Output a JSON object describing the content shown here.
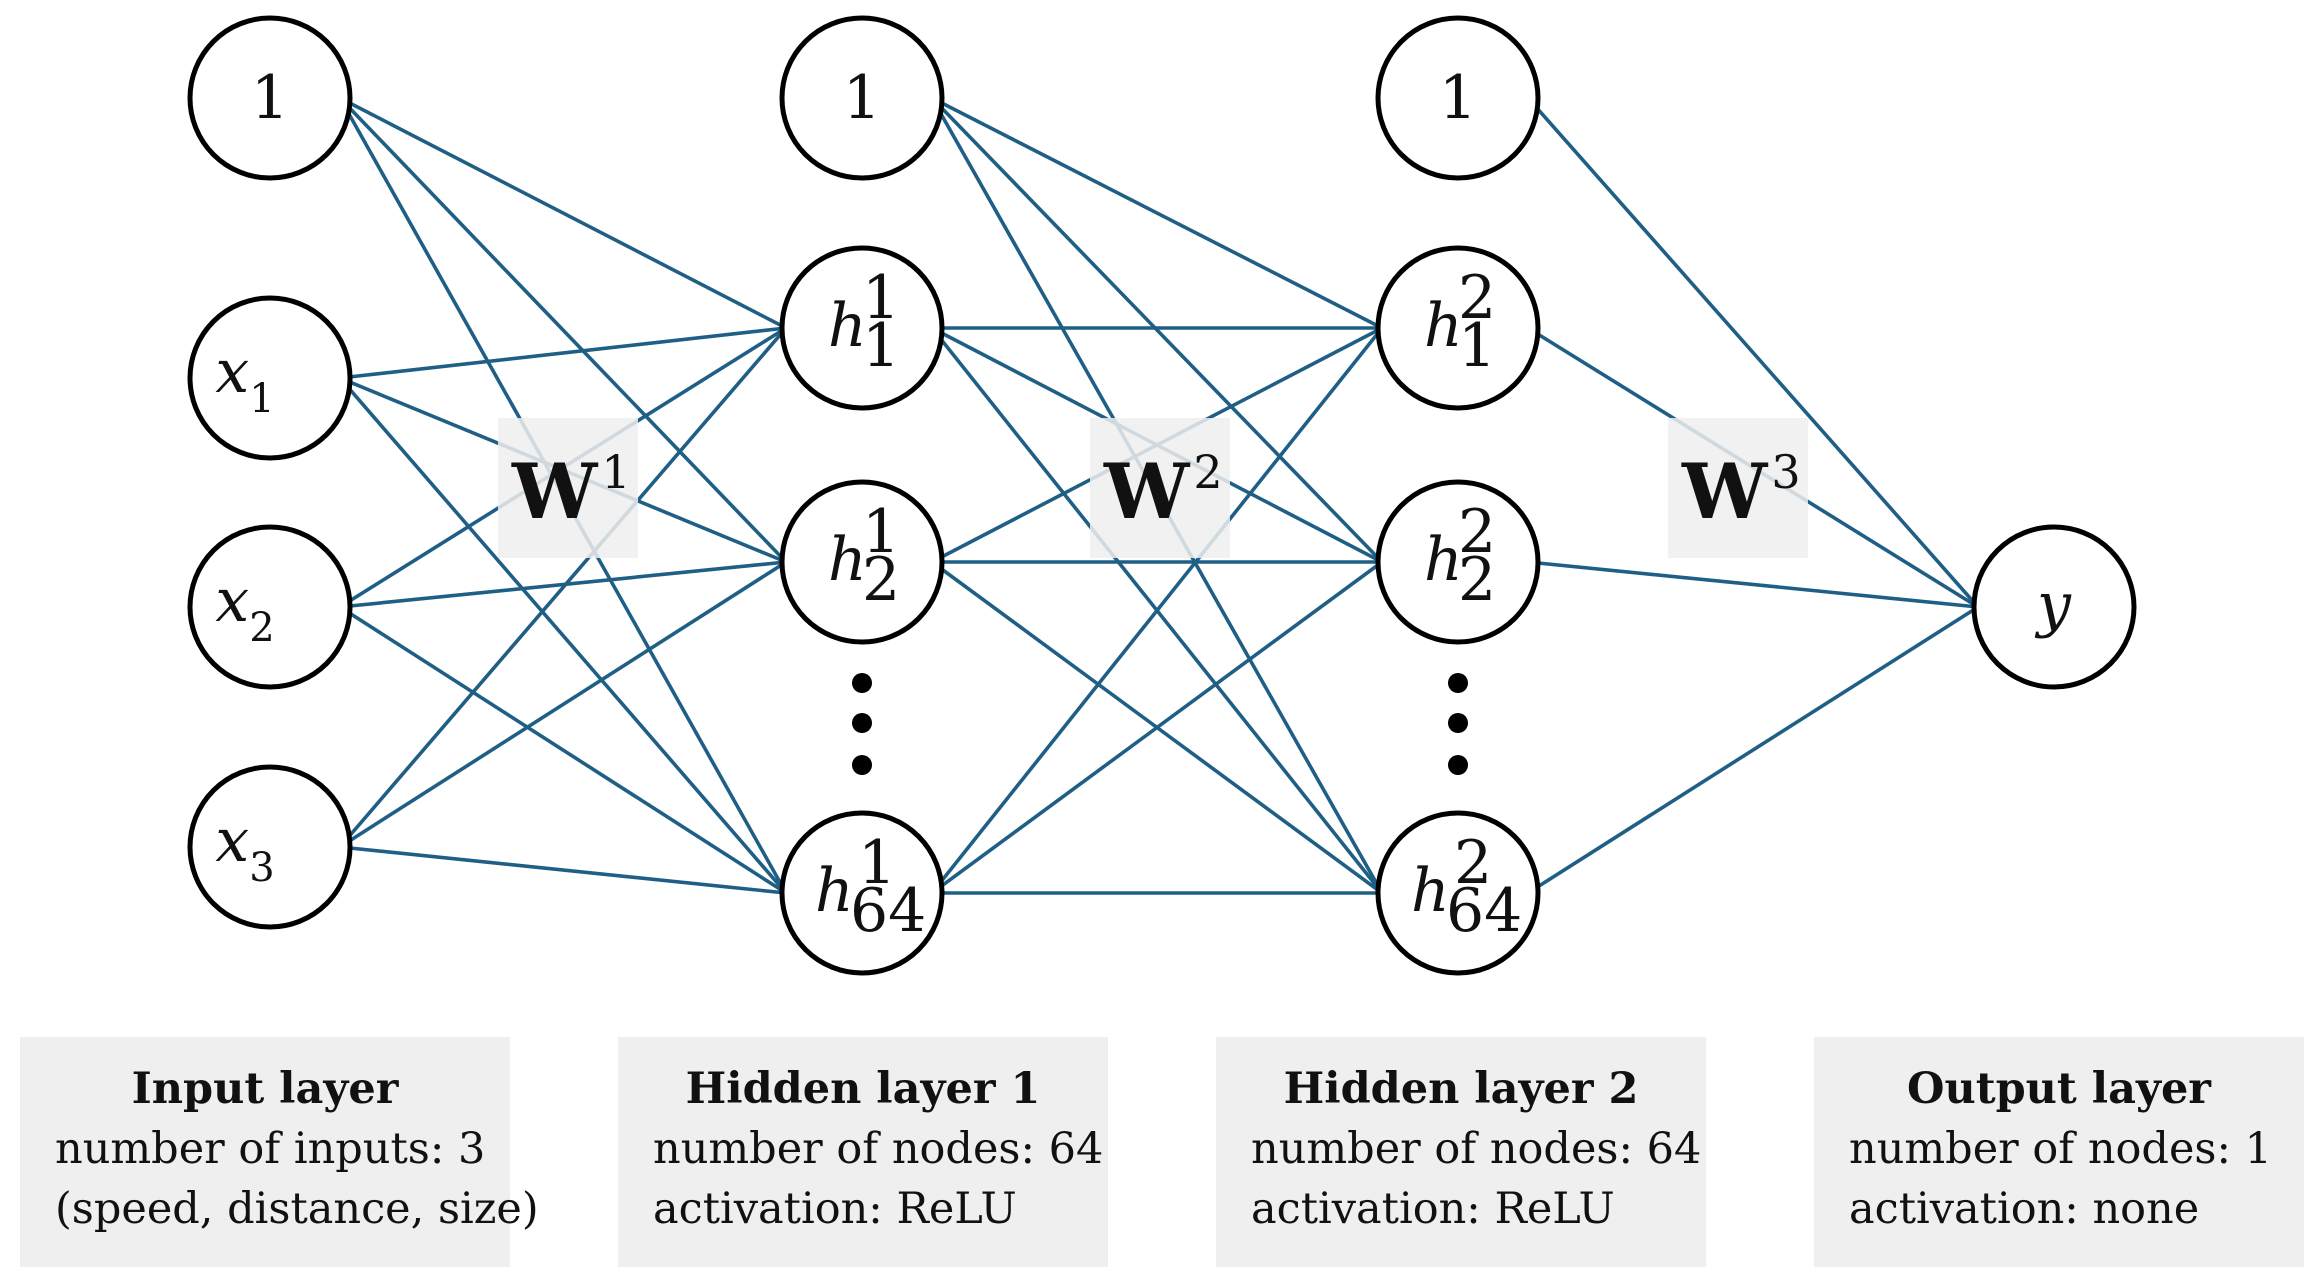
{
  "nodes": {
    "input": {
      "bias": "1",
      "x1": {
        "base": "x",
        "sub": "1"
      },
      "x2": {
        "base": "x",
        "sub": "2"
      },
      "x3": {
        "base": "x",
        "sub": "3"
      }
    },
    "hidden1": {
      "bias": "1",
      "h1": {
        "base": "h",
        "sup": "1",
        "sub": "1"
      },
      "h2": {
        "base": "h",
        "sup": "1",
        "sub": "2"
      },
      "h64": {
        "base": "h",
        "sup": "1",
        "sub": "64"
      }
    },
    "hidden2": {
      "bias": "1",
      "h1": {
        "base": "h",
        "sup": "2",
        "sub": "1"
      },
      "h2": {
        "base": "h",
        "sup": "2",
        "sub": "2"
      },
      "h64": {
        "base": "h",
        "sup": "2",
        "sub": "64"
      }
    },
    "output": {
      "y": "y"
    }
  },
  "weights": {
    "w1": {
      "base": "W",
      "sup": "1"
    },
    "w2": {
      "base": "W",
      "sup": "2"
    },
    "w3": {
      "base": "W",
      "sup": "3"
    }
  },
  "colors": {
    "edge": "#1f5f85",
    "node_stroke": "#000000",
    "box_background": "#efefef"
  },
  "boxes": {
    "input": {
      "title": "Input layer",
      "line1": "number of inputs: 3",
      "line2": "(speed, distance, size)"
    },
    "hidden1": {
      "title": "Hidden layer 1",
      "line1": "number of nodes: 64",
      "line2": "activation: ReLU"
    },
    "hidden2": {
      "title": "Hidden layer 2",
      "line1": "number of nodes: 64",
      "line2": "activation: ReLU"
    },
    "output": {
      "title": "Output layer",
      "line1": "number of nodes: 1",
      "line2": "activation: none"
    }
  }
}
